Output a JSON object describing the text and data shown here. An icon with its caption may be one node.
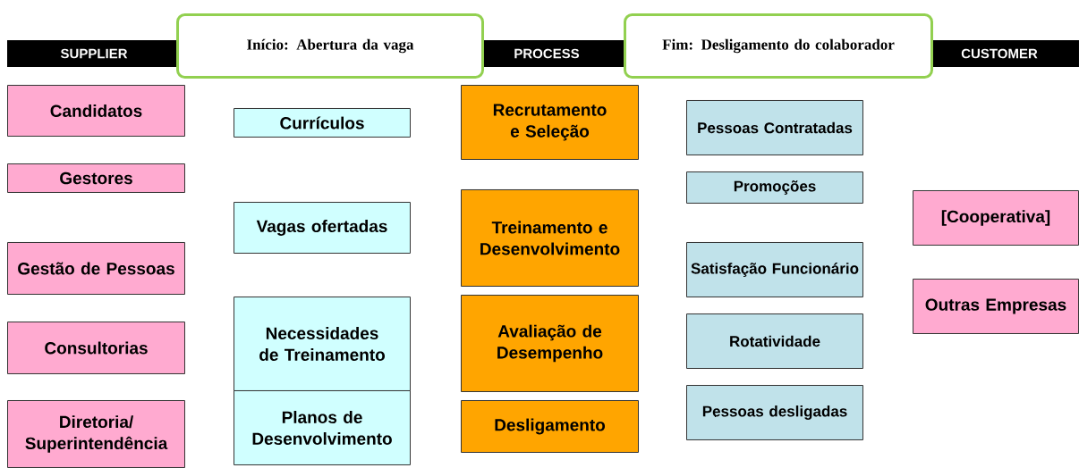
{
  "diagram": {
    "nodes": [
      {
        "text": [
          "Início: Abertura da vaga"
        ]
      },
      {
        "text": [
          "Fim: Desligamento do colaborador"
        ]
      },
      {
        "text": [
          "Candidatos"
        ]
      },
      {
        "text": [
          "Gestores"
        ]
      },
      {
        "text": [
          "Gestão de Pessoas"
        ]
      },
      {
        "text": [
          "Consultorias"
        ]
      },
      {
        "text": [
          "Diretoria/ Superintendência"
        ]
      },
      {
        "text": [
          "Currículos"
        ]
      },
      {
        "text": [
          "Vagas ofertadas"
        ]
      },
      {
        "text": [
          "Necessidades de Treinamento"
        ]
      },
      {
        "text": [
          "Planos de Desenvolvimento"
        ]
      },
      {
        "text": [
          "Recrutamento e Seleção"
        ]
      },
      {
        "text": [
          "Treinamento e Desenvolvimento"
        ]
      },
      {
        "text": [
          "Avaliação de Desempenho"
        ]
      },
      {
        "text": [
          "Desligamento"
        ]
      },
      {
        "text": [
          "Pessoas Contratadas"
        ]
      },
      {
        "text": [
          "Promoções"
        ]
      },
      {
        "text": [
          "Satisfação Funcionário"
        ]
      },
      {
        "text": [
          "Rotatividade"
        ]
      },
      {
        "text": [
          "Pessoas desligadas"
        ]
      },
      {
        "text": [
          "[Cooperativa]"
        ]
      },
      {
        "text": [
          "Outras Empresas"
        ]
      }
    ],
    "labels": [
      "SUPPLIER",
      "PROCESS",
      "CUSTOMER"
    ]
  }
}
